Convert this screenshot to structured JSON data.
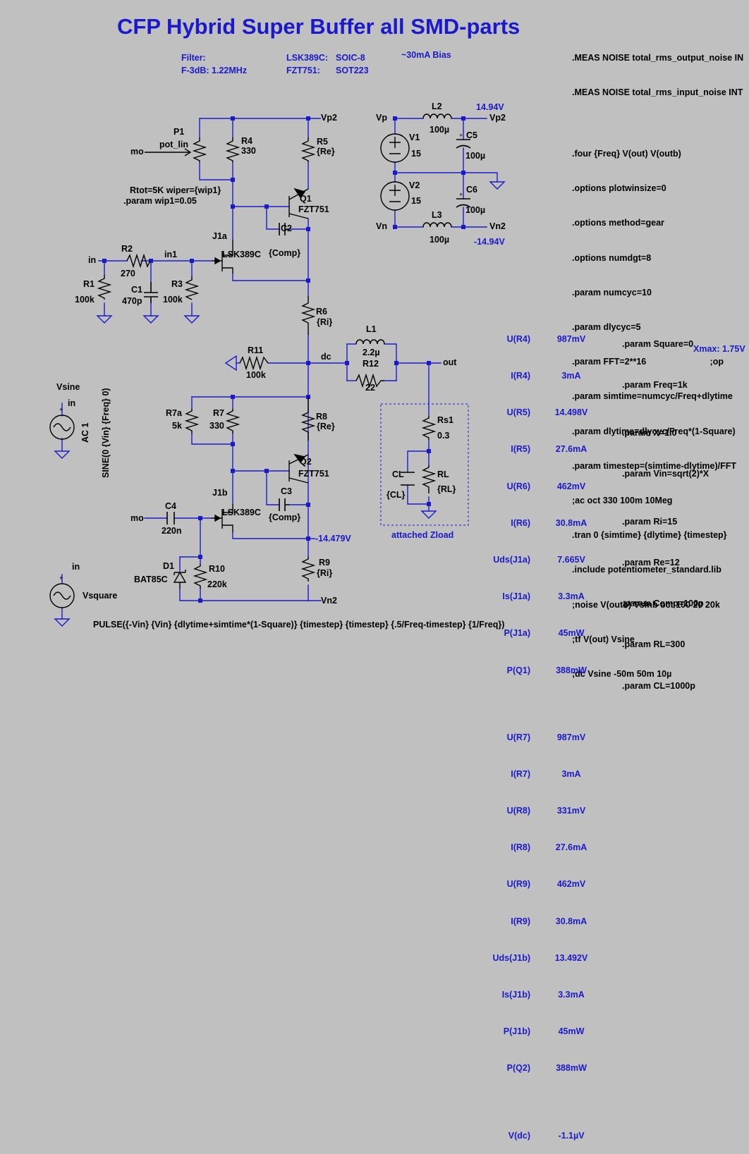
{
  "title": "CFP Hybrid Super Buffer all SMD-parts",
  "info": {
    "filter_label": "Filter:",
    "filter_value": "F-3dB: 1.22MHz",
    "lsk_label": "LSK389C:",
    "lsk_pkg": "SOIC-8",
    "fzt_label": "FZT751:",
    "fzt_pkg": "SOT223",
    "bias": "~30mA Bias"
  },
  "directives": [
    ".MEAS NOISE total_rms_output_noise IN",
    ".MEAS NOISE total_rms_input_noise INT",
    ".four {Freq} V(out) V(outb)",
    ".options plotwinsize=0",
    ".options method=gear",
    ".options numdgt=8",
    ".param numcyc=10",
    ".param dlycyc=5",
    ".param FFT=2**16                          ;op",
    ".param simtime=numcyc/Freq+dlytime",
    ".param dlytime=dlycyc/Freq*(1-Square)",
    ".param timestep=(simtime-dlytime)/FFT",
    ";ac oct 330 100m 10Meg",
    ".tran 0 {simtime} {dlytime} {timestep}",
    ".include potentiometer_standard.lib",
    ";noise V(outb) Vsinb oct 100 20 20k",
    ";tf V(out) Vsine",
    ";dc Vsine -50m 50m 10µ"
  ],
  "params": [
    ".param Square=0",
    ".param Freq=1k",
    "",
    ".param X=1.0",
    ".param Vin=sqrt(2)*X",
    "",
    ".param Ri=15",
    ".param Re=12",
    ".param Comp=100p",
    ".param RL=300",
    ".param CL=1000p"
  ],
  "xmax": "Xmax: 1.75V",
  "measurements": {
    "labels": [
      "U(R4)",
      "I(R4)",
      "U(R5)",
      "I(R5)",
      "U(R6)",
      "I(R6)",
      "Uds(J1a)",
      "Is(J1a)",
      "P(J1a)",
      "P(Q1)",
      "U(R7)",
      "I(R7)",
      "U(R8)",
      "I(R8)",
      "U(R9)",
      "I(R9)",
      "Uds(J1b)",
      "Is(J1b)",
      "P(J1b)",
      "P(Q2)",
      "V(dc)"
    ],
    "values": [
      "987mV",
      "3mA",
      "14.498V",
      "27.6mA",
      "462mV",
      "30.8mA",
      "7.665V",
      "3.3mA",
      "45mW",
      "388mW",
      "987mV",
      "3mA",
      "331mV",
      "27.6mA",
      "462mV",
      "30.8mA",
      "13.492V",
      "3.3mA",
      "45mW",
      "388mW",
      "-1.1µV"
    ]
  },
  "components": {
    "p1_name": "P1",
    "p1_type": "pot_lin",
    "p1_note1": "Rtot=5K wiper={wip1}",
    "p1_note2": ".param wip1=0.05",
    "r4": "R4",
    "r4v": "330",
    "r5": "R5",
    "r5v": "{Re}",
    "q1": "Q1",
    "q1v": "FZT751",
    "c2": "C2",
    "c2v": "{Comp}",
    "j1a": "J1a",
    "j1av": "LSK389C",
    "r2": "R2",
    "r2v": "270",
    "in1": "in1",
    "r1": "R1",
    "r1v": "100k",
    "c1": "C1",
    "c1v": "470p",
    "r3": "R3",
    "r3v": "100k",
    "r6": "R6",
    "r6v": "{Ri}",
    "r11": "R11",
    "r11v": "100k",
    "dc": "dc",
    "l1": "L1",
    "l1v": "2.2µ",
    "r12": "R12",
    "r12v": "22",
    "out": "out",
    "rs1": "Rs1",
    "rs1v": "0.3",
    "cl": "CL",
    "clv": "{CL}",
    "rl": "RL",
    "rlv": "{RL}",
    "zload": "attached Zload",
    "r7a": "R7a",
    "r7av": "5k",
    "r7": "R7",
    "r7v": "330",
    "r8": "R8",
    "r8v": "{Re}",
    "q2": "Q2",
    "q2v": "FZT751",
    "c3": "C3",
    "c3v": "{Comp}",
    "j1b": "J1b",
    "j1bv": "LSK389C",
    "c4": "C4",
    "c4v": "220n",
    "d1": "D1",
    "d1v": "BAT85C",
    "r10": "R10",
    "r10v": "220k",
    "r9": "R9",
    "r9v": "{Ri}",
    "v_neg": "-14.479V",
    "vp2": "Vp2",
    "vn2": "Vn2",
    "vp": "Vp",
    "vn": "Vn",
    "l2": "L2",
    "l2v": "100µ",
    "l3": "L3",
    "l3v": "100µ",
    "v1": "V1",
    "v1v": "15",
    "v2": "V2",
    "v2v": "15",
    "c5": "C5",
    "c5v": "100µ",
    "c6": "C6",
    "c6v": "100µ",
    "vp_meas": "14.94V",
    "vn_meas": "-14.94V",
    "mo": "mo",
    "in": "in",
    "vsine": "Vsine",
    "vsine_ac": "AC 1",
    "vsine_fn": "SINE(0 {Vin} {Freq} 0)",
    "vsquare": "Vsquare",
    "pulse": "PULSE({-Vin} {Vin} {dlytime+simtime*(1-Square)} {timestep} {timestep} {.5/Freq-timestep} {1/Freq})"
  }
}
